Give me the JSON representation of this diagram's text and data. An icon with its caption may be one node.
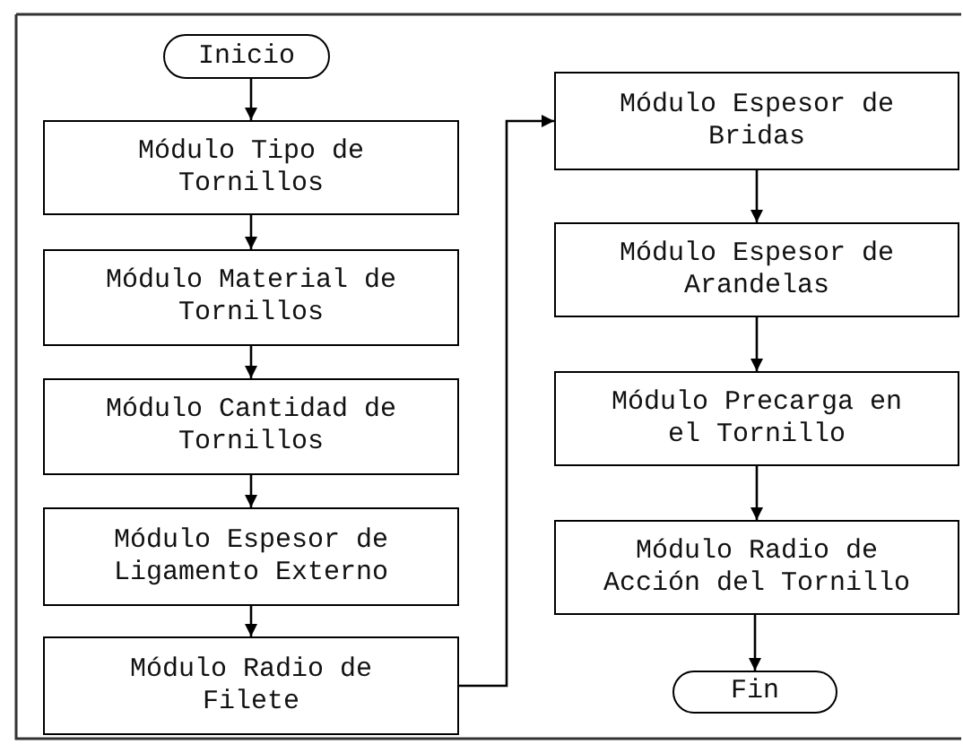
{
  "diagram": {
    "nodes": [
      {
        "text": [
          "Inicio"
        ]
      },
      {
        "text": [
          "Módulo Tipo de Tornillos"
        ]
      },
      {
        "text": [
          "Módulo Material de Tornillos"
        ]
      },
      {
        "text": [
          "Módulo Cantidad de Tornillos"
        ]
      },
      {
        "text": [
          "Módulo Espesor de Ligamento Externo"
        ]
      },
      {
        "text": [
          "Módulo Radio de Filete"
        ]
      },
      {
        "text": [
          "Módulo Espesor de Bridas"
        ]
      },
      {
        "text": [
          "Módulo Espesor de Arandelas"
        ]
      },
      {
        "text": [
          "Módulo Precarga en el Tornillo"
        ]
      },
      {
        "text": [
          "Módulo Radio de Acción del Tornillo"
        ]
      },
      {
        "text": [
          "Fin"
        ]
      }
    ],
    "edges": [
      {
        "from": 0,
        "to": 1,
        "arrow": "to"
      },
      {
        "from": 1,
        "to": 2,
        "arrow": "to"
      },
      {
        "from": 2,
        "to": 3,
        "arrow": "to"
      },
      {
        "from": 3,
        "to": 4,
        "arrow": "to"
      },
      {
        "from": 4,
        "to": 5,
        "arrow": "to"
      },
      {
        "from": 5,
        "to": 6,
        "arrow": "to"
      },
      {
        "from": 6,
        "to": 7,
        "arrow": "to"
      },
      {
        "from": 7,
        "to": 8,
        "arrow": "to"
      },
      {
        "from": 8,
        "to": 9,
        "arrow": "to"
      },
      {
        "from": 9,
        "to": 10,
        "arrow": "to"
      }
    ]
  }
}
